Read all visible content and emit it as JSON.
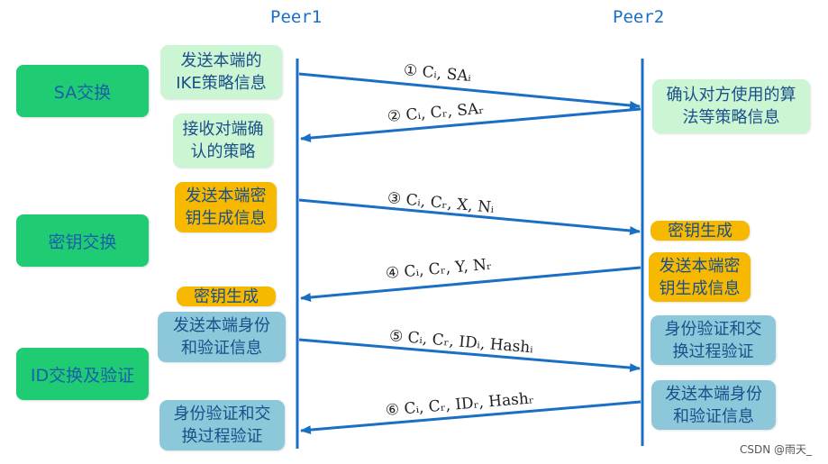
{
  "peers": {
    "left": "Peer1",
    "right": "Peer2"
  },
  "phases": [
    "SA交换",
    "密钥交换",
    "ID交换及验证"
  ],
  "left_boxes": [
    "发送本端的\nIKE策略信息",
    "接收对端确\n认的策略",
    "发送本端密\n钥生成信息",
    "密钥生成",
    "发送本端身份\n和验证信息",
    "身份验证和交\n换过程验证"
  ],
  "right_boxes": [
    "确认对方使用的算\n法等策略信息",
    "密钥生成",
    "发送本端密\n钥生成信息",
    "身份验证和交\n换过程验证",
    "发送本端身份\n和验证信息"
  ],
  "messages": [
    "① Cᵢ, SAᵢ",
    "② Cᵢ, Cᵣ, SAᵣ",
    "③ Cᵢ, Cᵣ, X, Nᵢ",
    "④ Cᵢ, Cᵣ, Y, Nᵣ",
    "⑤ Cᵢ, Cᵣ, IDᵢ, Hashᵢ",
    "⑥ Cᵢ, Cᵣ, IDᵣ, Hashᵣ"
  ],
  "credit": "CSDN @雨天_",
  "colors": {
    "line": "#1a6fc4",
    "phase": "#1fcc73",
    "green": "#ccf5d3",
    "orange": "#f7b800",
    "blue": "#8cc8da"
  }
}
